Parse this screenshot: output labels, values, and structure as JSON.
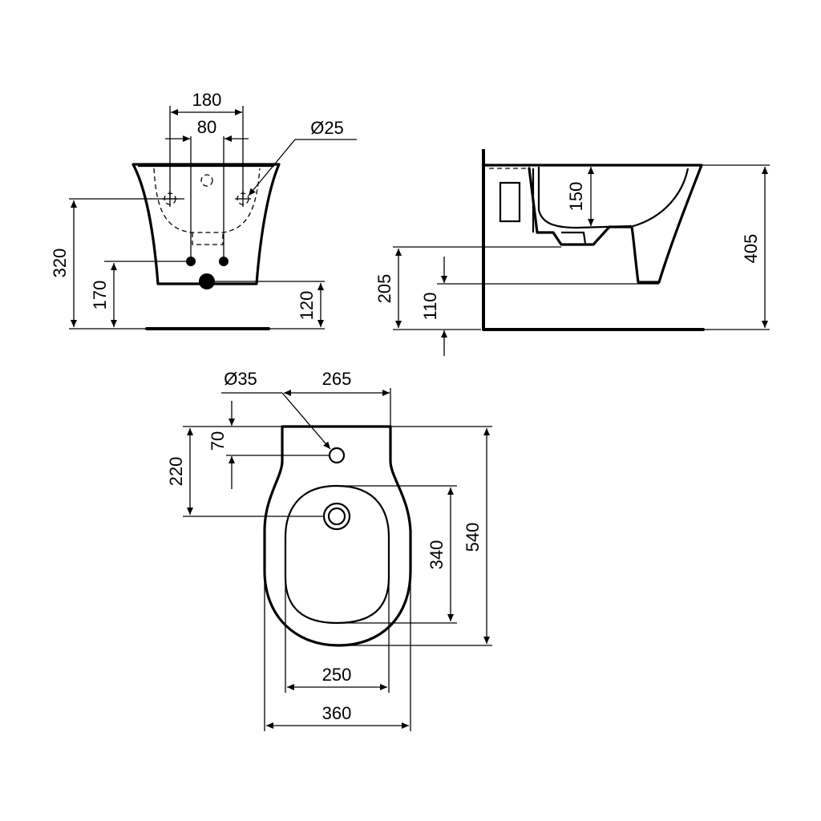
{
  "views": {
    "front": {
      "dims": {
        "width_180": "180",
        "width_80": "80",
        "hole_dia_25": "Ø25",
        "height_320": "320",
        "height_170": "170",
        "height_120": "120"
      }
    },
    "side": {
      "dims": {
        "depth_150": "150",
        "height_405": "405",
        "height_205": "205",
        "height_110": "110"
      }
    },
    "top": {
      "dims": {
        "hole_dia_35": "Ø35",
        "length_265": "265",
        "offset_70": "70",
        "offset_220": "220",
        "bowl_340": "340",
        "length_540": "540",
        "bowl_250": "250",
        "width_360": "360"
      }
    }
  }
}
